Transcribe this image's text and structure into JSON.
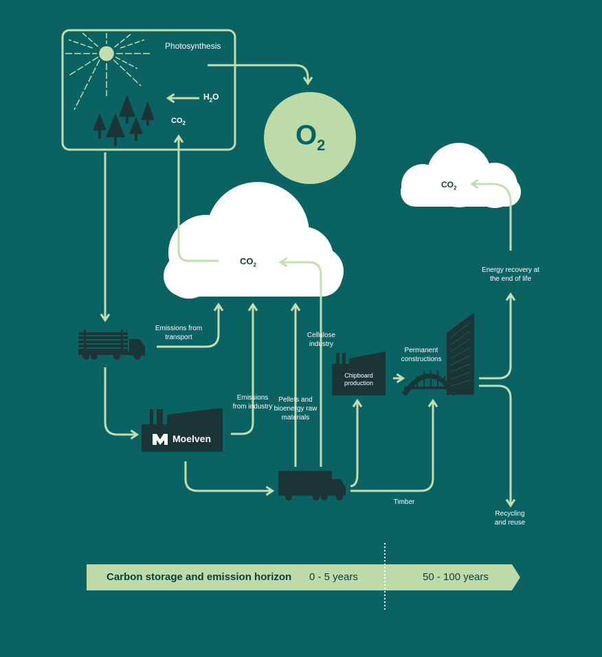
{
  "colors": {
    "background": "#0a6263",
    "arrow": "#c3dfb0",
    "cloud": "#ffffff",
    "dark": "#1b3435",
    "o2_circle": "#bddba9"
  },
  "photosynthesis": {
    "label": "Photosynthesis",
    "h2o": "H",
    "h2o_sub": "2",
    "h2o_tail": "O",
    "co2": "CO",
    "co2_sub": "2"
  },
  "oxygen": {
    "symbol": "O",
    "sub": "2"
  },
  "clouds": {
    "main": {
      "label": "CO",
      "sub": "2"
    },
    "end_of_life": {
      "label": "CO",
      "sub": "2"
    }
  },
  "labels": {
    "emissions_transport": "Emissions from transport",
    "emissions_industry": "Emissions from industry",
    "pellets": "Pellets and bioenergy raw materials",
    "cellulose": "Cellulose industry",
    "chipboard": "Chipboard production",
    "permanent": "Permanent constructions",
    "energy_recovery": "Energy recovery at the end of life",
    "timber": "Timber",
    "recycling": "Recycling and reuse",
    "brand": "Moelven"
  },
  "timeline": {
    "title": "Carbon storage and emission horizon",
    "short": "0 - 5 years",
    "long": "50 - 100 years"
  },
  "icons": [
    "sun-icon",
    "tree-icon",
    "log-truck-icon",
    "factory-icon",
    "truck-icon",
    "bridge-icon",
    "building-icon"
  ]
}
